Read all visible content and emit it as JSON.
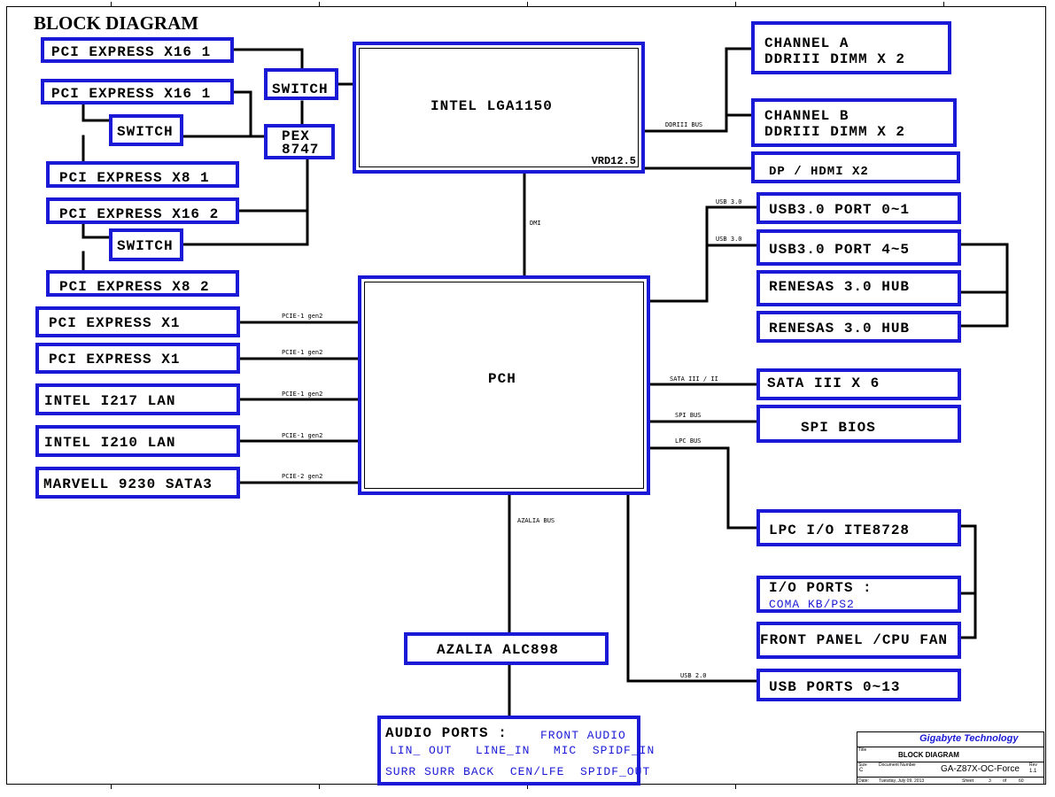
{
  "title": "BLOCK DIAGRAM",
  "cpu": {
    "name": "INTEL LGA1150",
    "vrd": "VRD12.5"
  },
  "pch": {
    "name": "PCH"
  },
  "pex": {
    "line1": "PEX",
    "line2": "8747"
  },
  "switch_label": "SWITCH",
  "left_slots": {
    "x16_1a": "PCI EXPRESS X16 1",
    "x16_1b": "PCI EXPRESS X16 1",
    "x8_1": "PCI EXPRESS X8 1",
    "x16_2": "PCI EXPRESS X16 2",
    "x8_2": "PCI EXPRESS X8 2"
  },
  "pch_left": [
    {
      "name": "PCI EXPRESS X1",
      "bus": "PCIE-1 gen2"
    },
    {
      "name": "PCI EXPRESS X1",
      "bus": "PCIE-1 gen2"
    },
    {
      "name": "INTEL I217 LAN",
      "bus": "PCIE-1 gen2"
    },
    {
      "name": "INTEL I210 LAN",
      "bus": "PCIE-1 gen2"
    },
    {
      "name": "MARVELL 9230 SATA3",
      "bus": "PCIE-2 gen2"
    }
  ],
  "memory": {
    "channel_a": {
      "line1": "CHANNEL A",
      "line2": "DDRIII  DIMM X 2"
    },
    "channel_b": {
      "line1": "CHANNEL B",
      "line2": "DDRIII DIMM X 2"
    },
    "bus": "DDRIII BUS"
  },
  "display": "DP / HDMI X2",
  "dmi": "DMI",
  "usb3": {
    "port_0_1": "USB3.0 PORT 0~1",
    "port_4_5": "USB3.0 PORT 4~5",
    "hub1": "RENESAS 3.0 HUB",
    "hub2": "RENESAS 3.0 HUB",
    "bus1": "USB 3.0",
    "bus2": "USB 3.0"
  },
  "sata": {
    "name": "SATA III X 6",
    "bus": "SATA III / II"
  },
  "spi": {
    "name": "SPI BIOS",
    "bus": "SPI BUS"
  },
  "lpc": {
    "name": "LPC I/O ITE8728",
    "bus": "LPC BUS",
    "io_ports": "I/O PORTS :",
    "io_sub": "COMA  KB/PS2",
    "front_panel": "FRONT PANEL /CPU FAN"
  },
  "usb2": {
    "name": "USB PORTS 0~13",
    "bus": "USB 2.0"
  },
  "azalia": {
    "bus": "AZALIA BUS",
    "codec": "AZALIA ALC898",
    "ports_title": "AUDIO PORTS :",
    "front_audio": "FRONT AUDIO",
    "row2": "LIN_ OUT   LINE_IN   MIC  SPIDF_IN",
    "row3": "SURR SURR BACK  CEN/LFE  SPIDF_OUT"
  },
  "title_block": {
    "company": "Gigabyte Technology",
    "title_key": "Title",
    "title": "BLOCK DIAGRAM",
    "size_key": "Size",
    "size": "C",
    "doc_key": "Document Number",
    "doc": "GA-Z87X-OC-Force",
    "rev_key": "Rev",
    "rev": "1.1",
    "date_key": "Date:",
    "date": "Tuesday, July 09, 2013",
    "sheet_key": "Sheet",
    "sheet": "3",
    "of": "of",
    "total": "60"
  },
  "colors": {
    "box_border": "#1a1ad6",
    "wire": "#000000",
    "subtext": "#1a1ad6"
  }
}
